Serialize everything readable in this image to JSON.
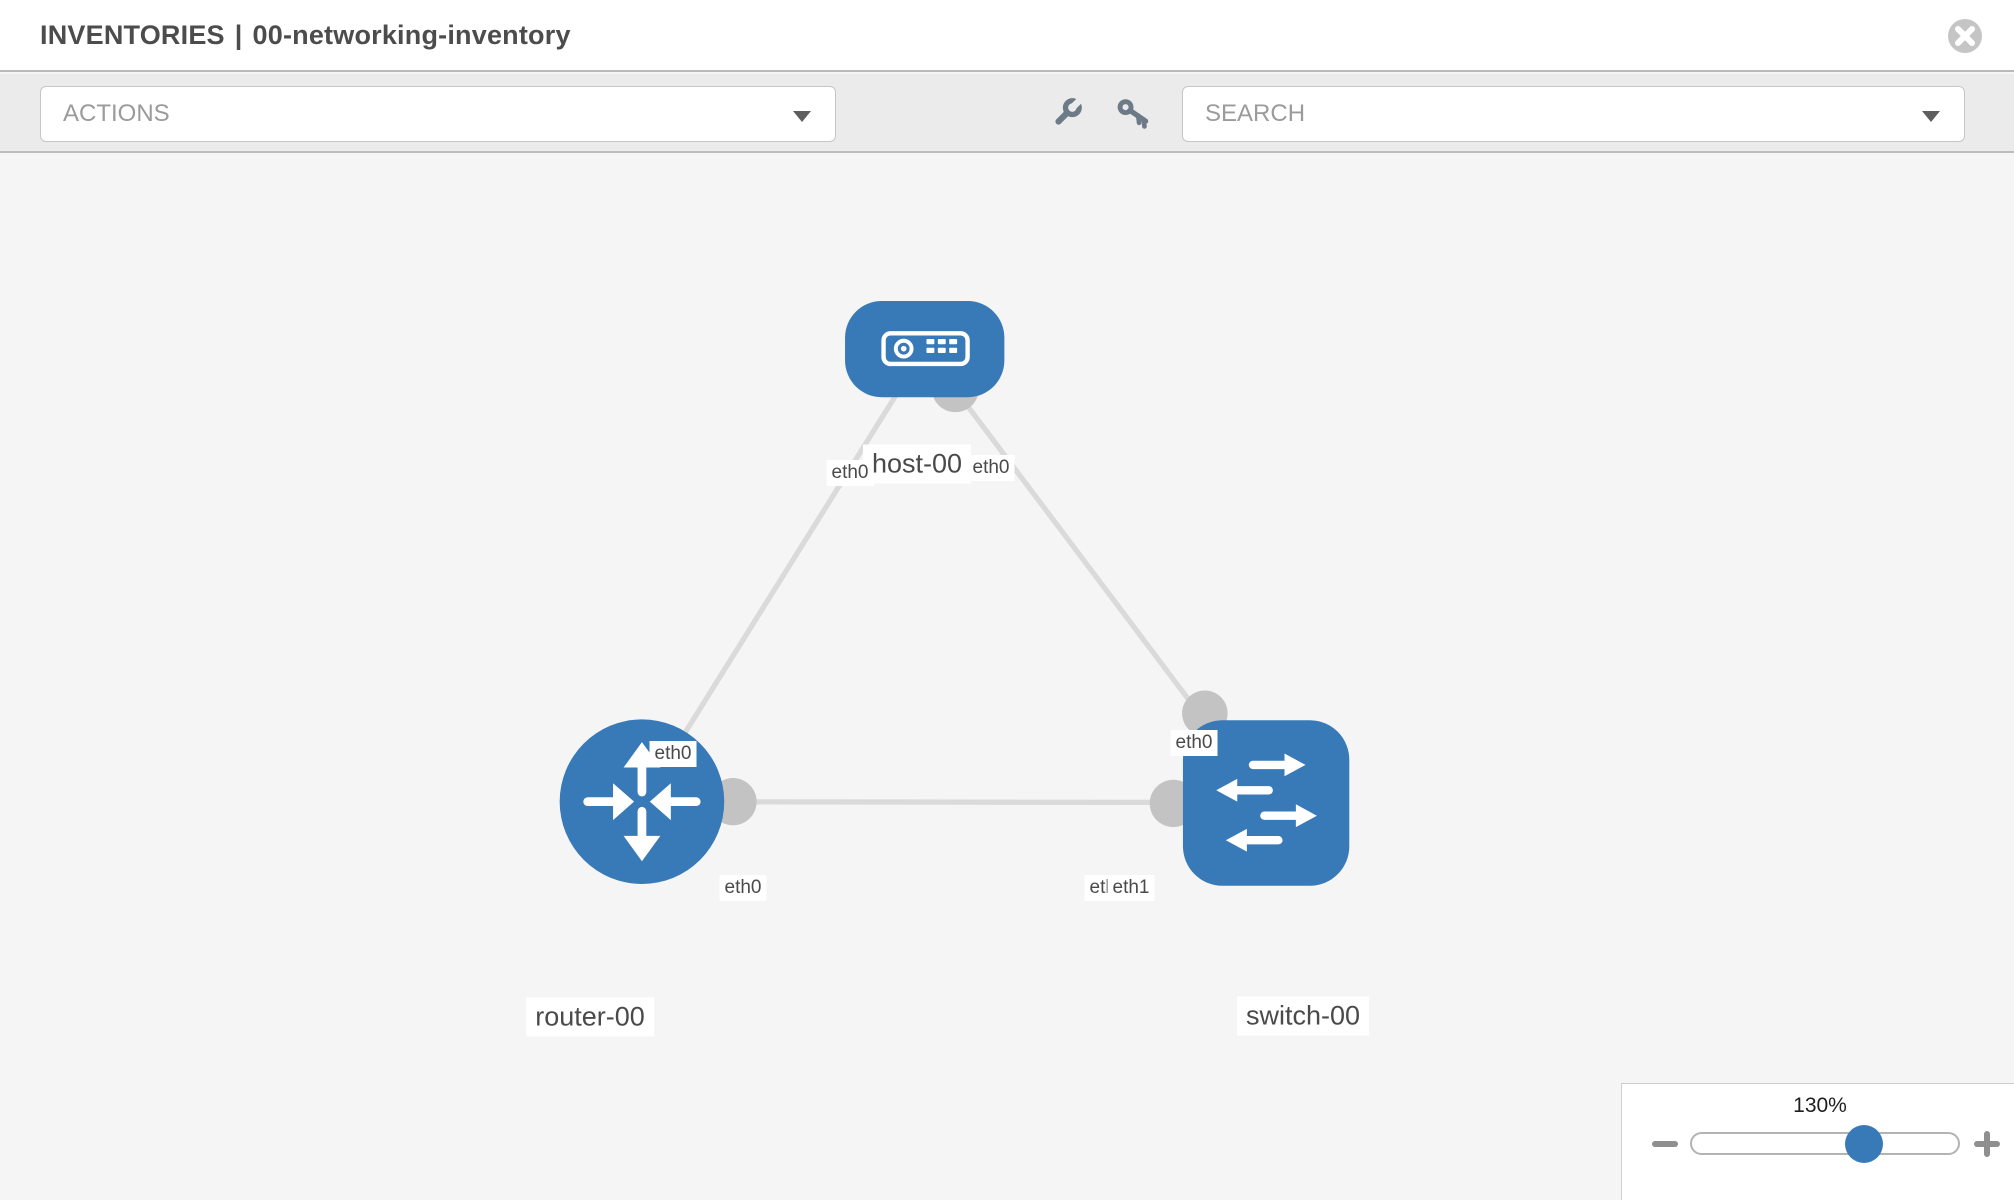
{
  "header": {
    "section": "INVENTORIES",
    "separator": "|",
    "inventory_name": "00-networking-inventory"
  },
  "toolbar": {
    "actions": {
      "label": "ACTIONS"
    },
    "search": {
      "label": "SEARCH"
    },
    "icons": [
      "wrench-icon",
      "key-icon"
    ]
  },
  "colors": {
    "node_blue": "#3879b8",
    "link_gray": "#dadada",
    "interface_dot_gray": "#c3c3c3",
    "toolbar_gray": "#ebebeb",
    "canvas_gray": "#f5f5f5"
  },
  "topology": {
    "nodes": [
      {
        "id": "host-00",
        "label": "host-00",
        "type": "host",
        "shape": "rounded-rect"
      },
      {
        "id": "router-00",
        "label": "router-00",
        "type": "router",
        "shape": "circle"
      },
      {
        "id": "switch-00",
        "label": "switch-00",
        "type": "switch",
        "shape": "rounded-square"
      }
    ],
    "links": [
      {
        "from": "host-00",
        "from_if": "eth0",
        "to": "router-00",
        "to_if": "eth0"
      },
      {
        "from": "host-00",
        "from_if": "eth0",
        "to": "switch-00",
        "to_if": "eth0"
      },
      {
        "from": "router-00",
        "from_if": "eth0",
        "to": "switch-00",
        "to_if": "eth1"
      }
    ],
    "interface_chips": {
      "host_left": "eth0",
      "host_right": "eth0",
      "router_top": "eth0",
      "switch_top": "eth0",
      "mid_left": "eth0",
      "mid_right_back": "eth0",
      "mid_right_front": "eth1"
    }
  },
  "zoom_control": {
    "value": "130%",
    "percent": 130
  }
}
